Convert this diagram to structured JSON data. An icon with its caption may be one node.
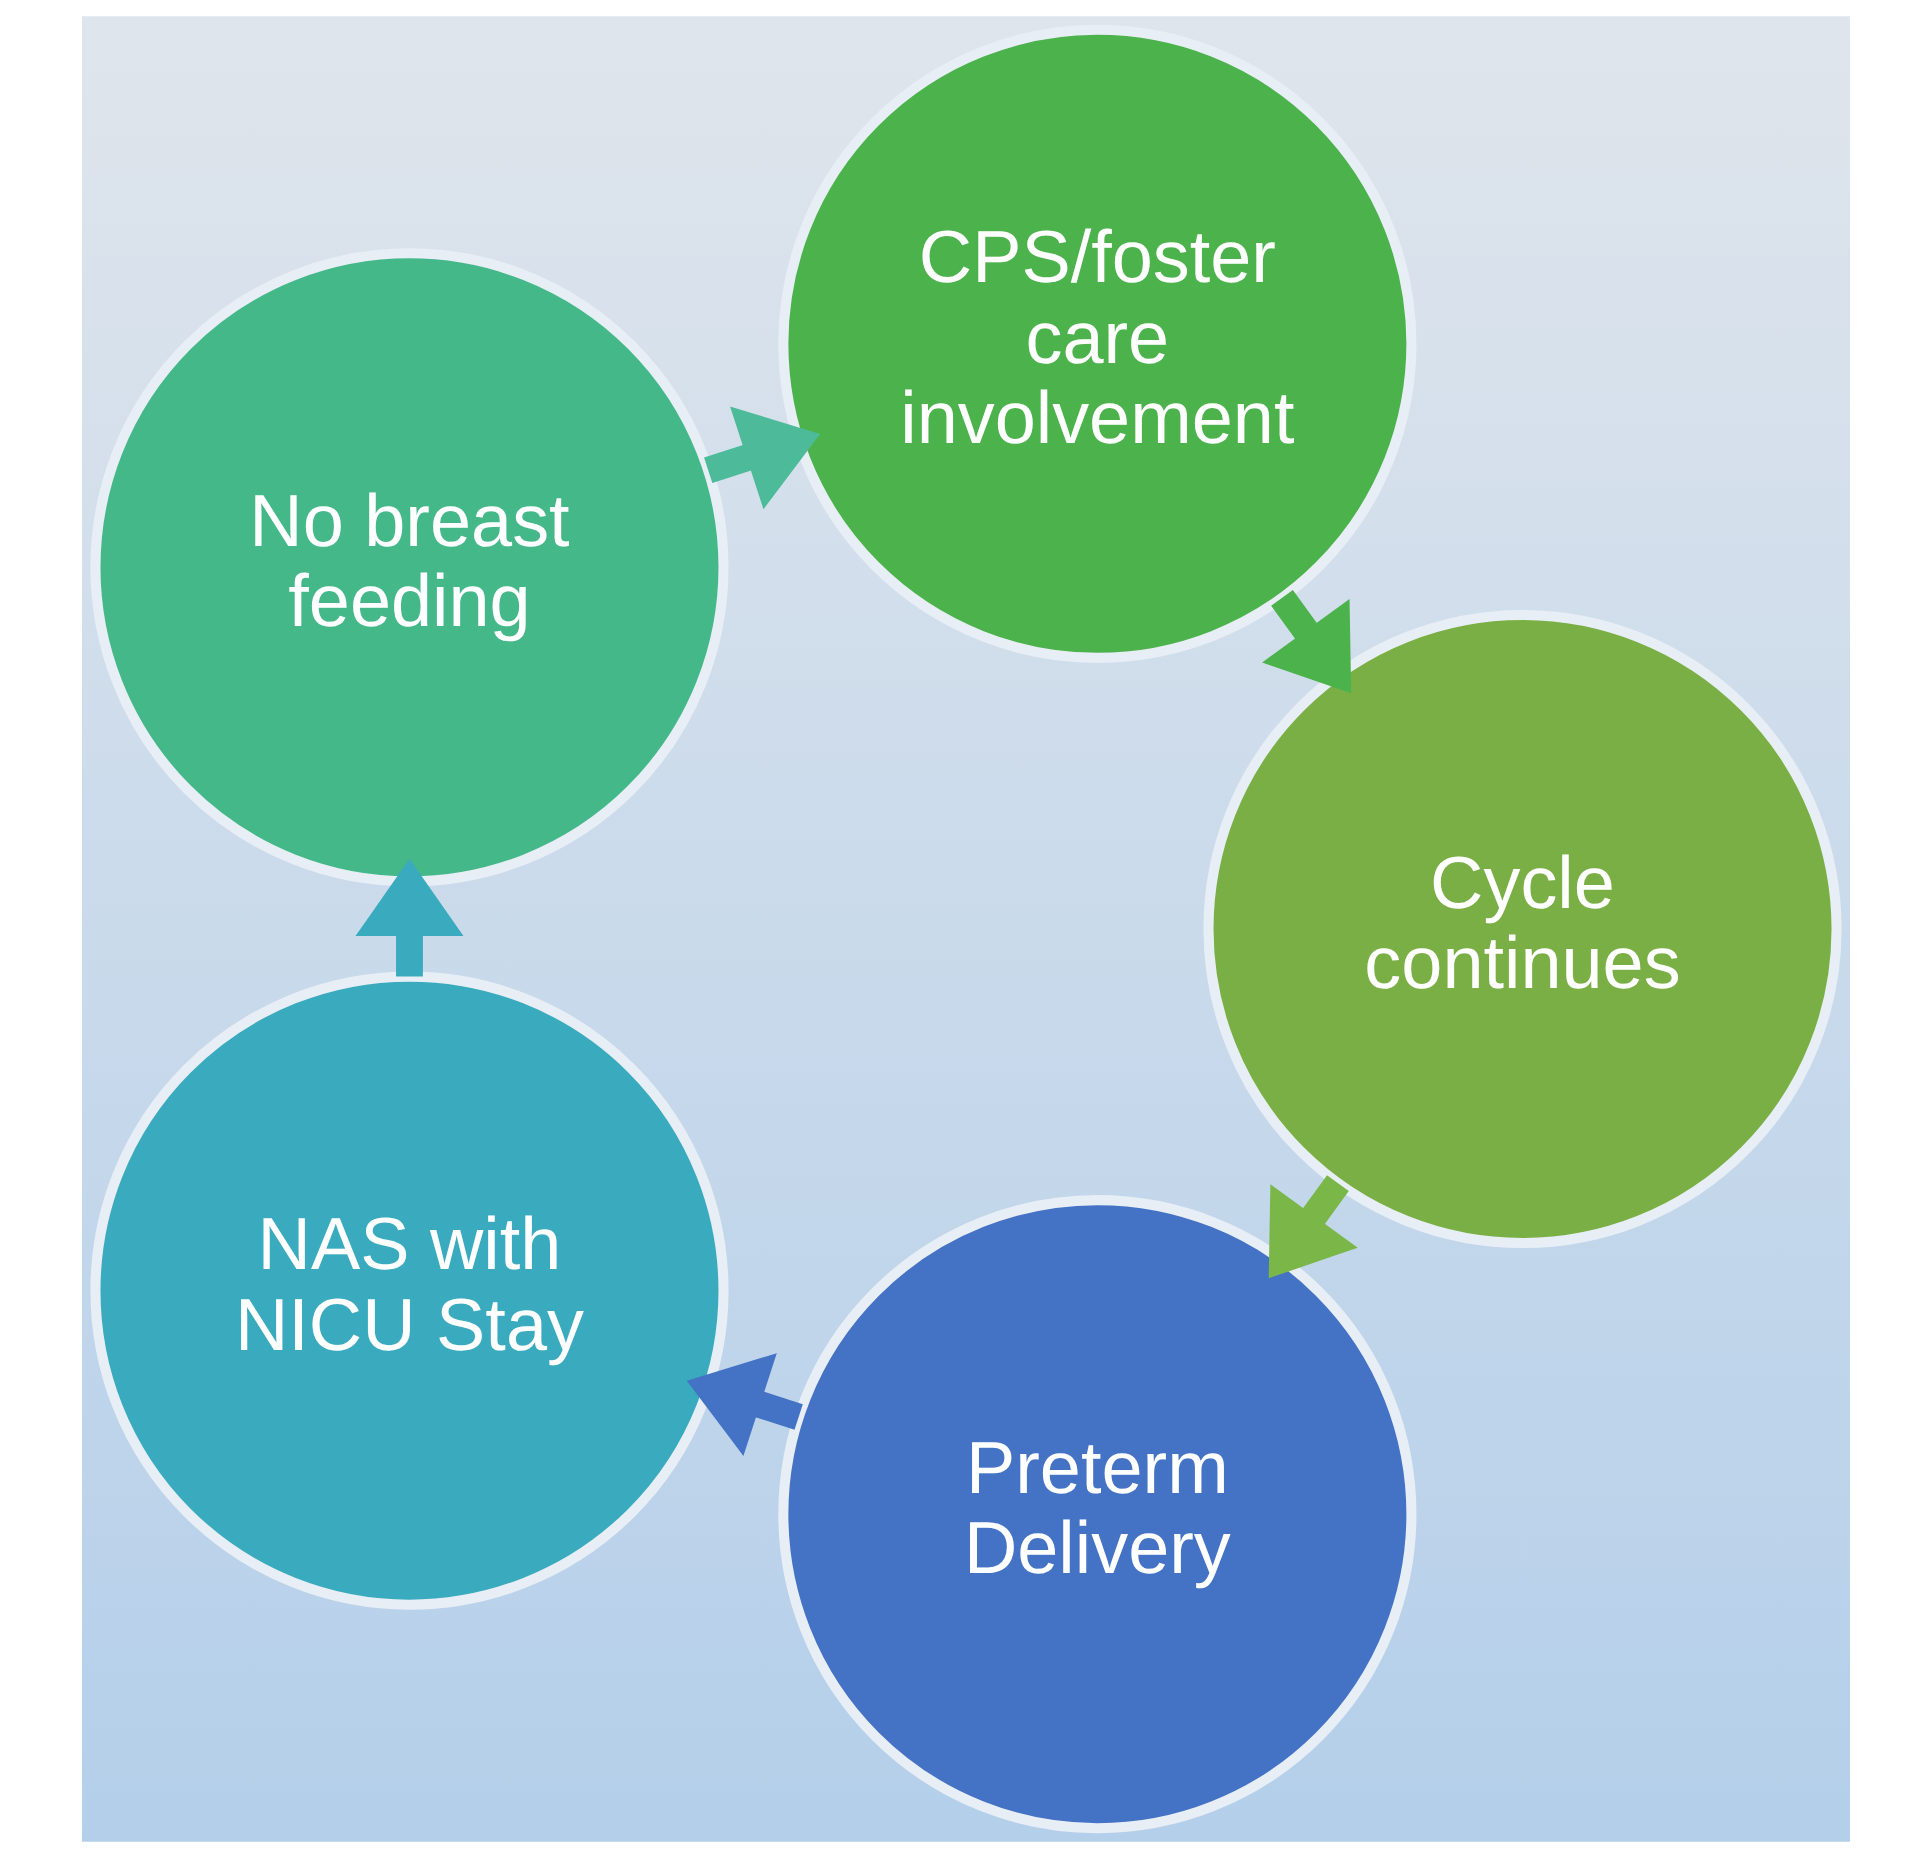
{
  "diagram": {
    "nodes": [
      {
        "text": [
          "Preterm Delivery"
        ]
      },
      {
        "text": [
          "NAS with NICU Stay"
        ]
      },
      {
        "text": [
          "No breast feeding"
        ]
      },
      {
        "text": [
          "CPS/foster care involvement"
        ]
      },
      {
        "text": [
          "Cycle continues"
        ]
      }
    ],
    "edges": [
      {
        "from": 0,
        "to": 1,
        "arrow": "to",
        "color": "#4472c4"
      },
      {
        "from": 1,
        "to": 2,
        "arrow": "to",
        "color": "#3aabbf"
      },
      {
        "from": 2,
        "to": 3,
        "arrow": "to",
        "color": "#4dbb9a"
      },
      {
        "from": 3,
        "to": 4,
        "arrow": "to",
        "color": "#4cb24c"
      },
      {
        "from": 4,
        "to": 0,
        "arrow": "to",
        "color": "#7ab648"
      }
    ]
  }
}
